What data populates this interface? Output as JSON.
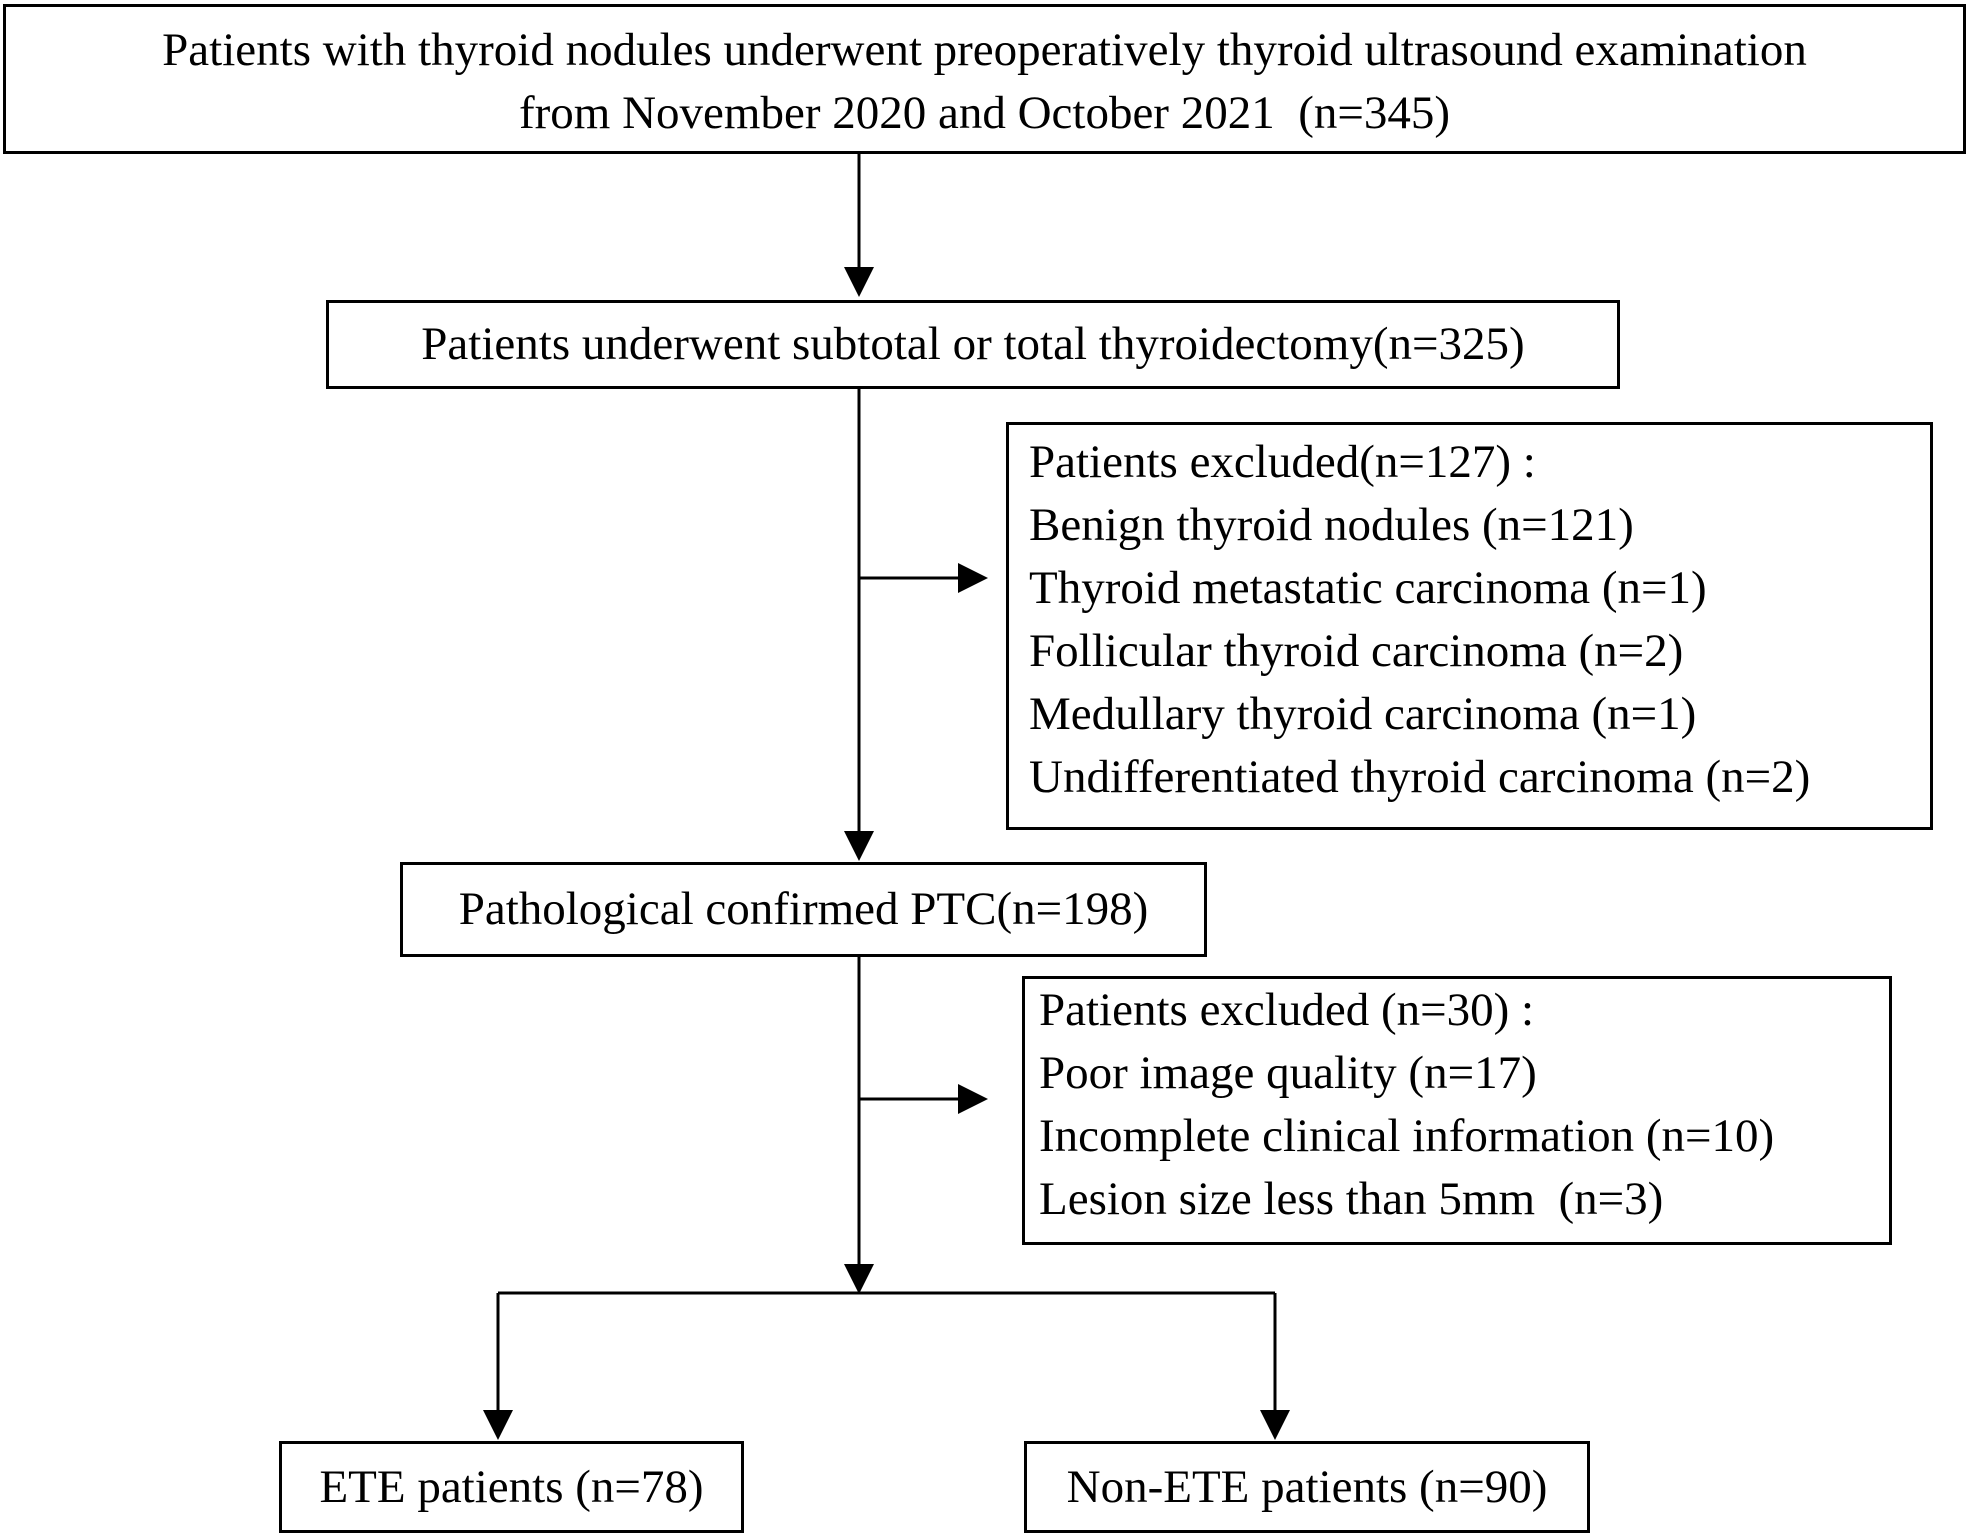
{
  "diagram": {
    "top_box": {
      "line1": "Patients with thyroid nodules underwent preoperatively thyroid ultrasound examination",
      "line2": "from November 2020 and October 2021  (n=345)"
    },
    "surgery_box": {
      "text": "Patients underwent subtotal or total thyroidectomy(n=325)"
    },
    "exclusion_box_1": {
      "title": "Patients excluded(n=127) :",
      "items": [
        "Benign thyroid nodules (n=121)",
        "Thyroid metastatic carcinoma (n=1)",
        "Follicular thyroid carcinoma (n=2)",
        "Medullary thyroid carcinoma (n=1)",
        "Undifferentiated thyroid carcinoma (n=2)"
      ]
    },
    "ptc_box": {
      "text": "Pathological confirmed PTC(n=198)"
    },
    "exclusion_box_2": {
      "title": "Patients excluded (n=30) :",
      "items": [
        "Poor image quality (n=17)",
        "Incomplete clinical information (n=10)",
        "Lesion size less than 5mm  (n=3)"
      ]
    },
    "ete_box": {
      "text": "ETE patients (n=78)"
    },
    "non_ete_box": {
      "text": "Non-ETE patients (n=90)"
    }
  }
}
